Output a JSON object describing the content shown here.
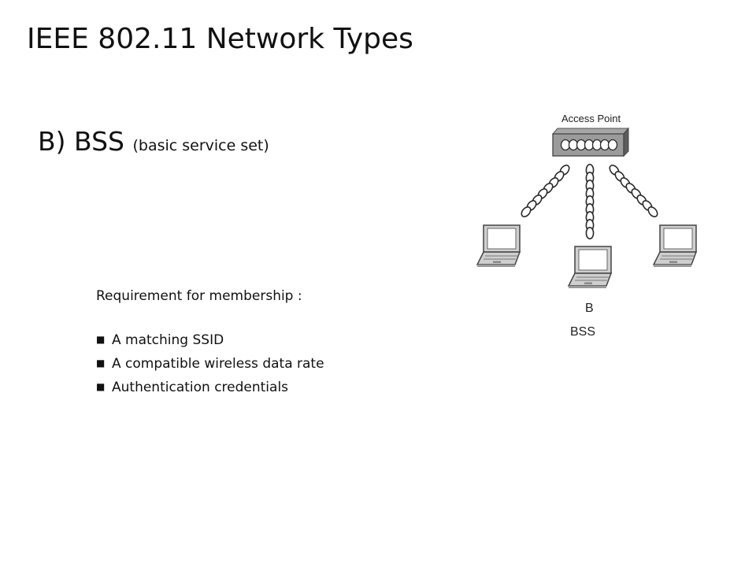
{
  "slide": {
    "title": "IEEE 802.11 Network Types",
    "section_main": "B) BSS",
    "section_sub": "(basic service set)"
  },
  "requirements": {
    "title": "Requirement for membership :",
    "items": [
      "A matching SSID",
      "A compatible wireless data rate",
      "Authentication credentials"
    ]
  },
  "diagram": {
    "access_point_label": "Access Point",
    "letter": "B",
    "caption": "BSS",
    "icons": [
      "access-point-icon",
      "laptop-icon",
      "wireless-signal-icon"
    ]
  }
}
